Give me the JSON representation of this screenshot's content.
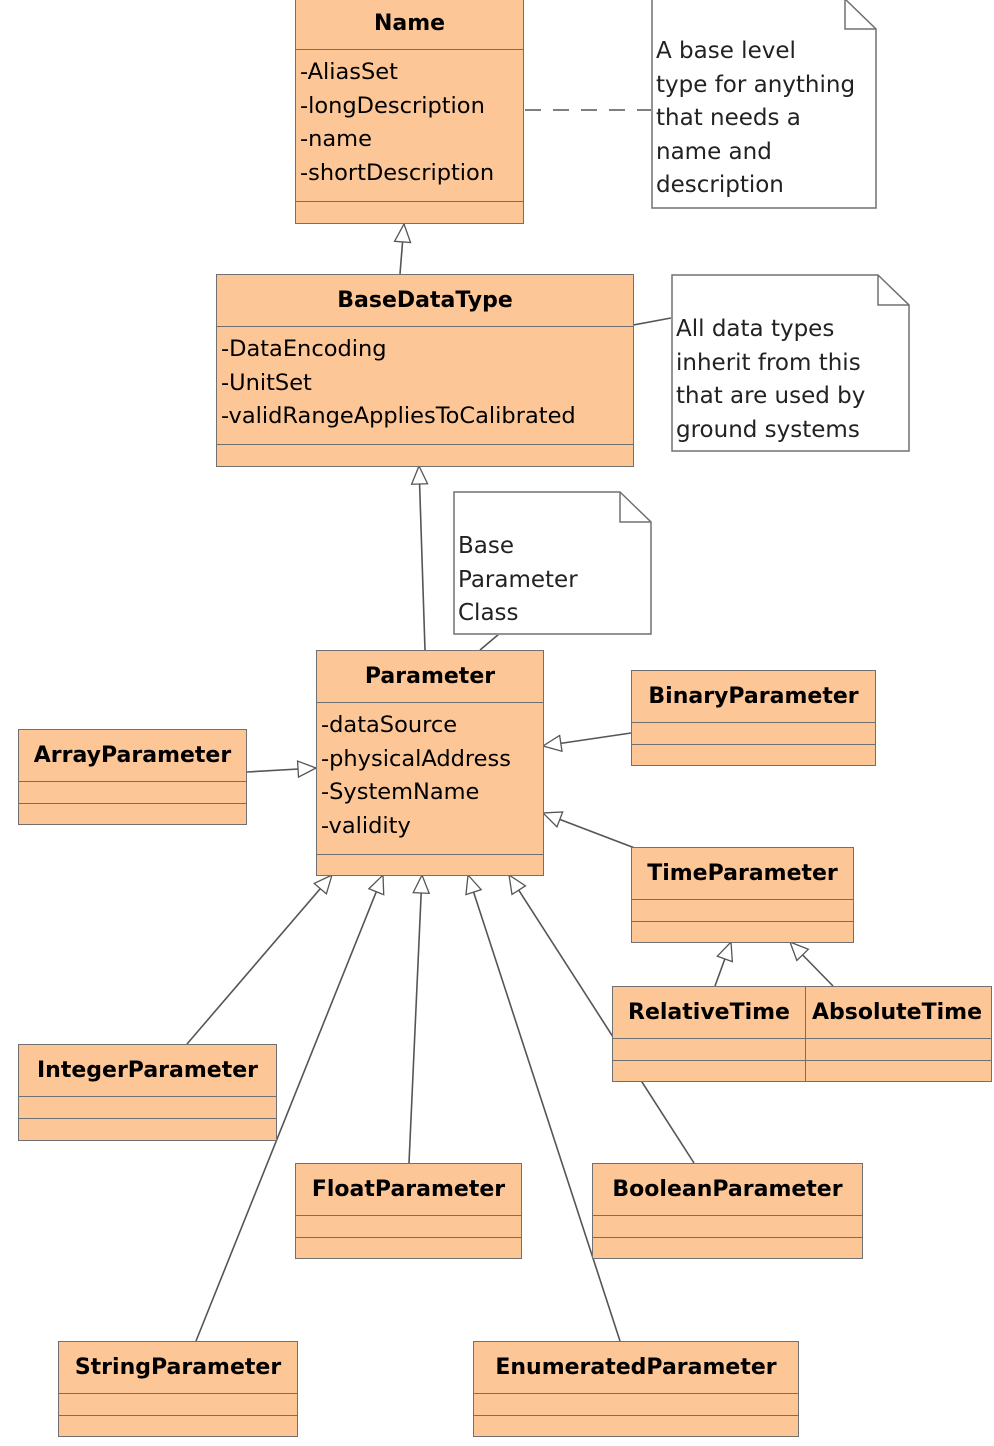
{
  "classes": {
    "name": {
      "title": "Name",
      "attributes": [
        "-AliasSet",
        "-longDescription",
        "-name",
        "-shortDescription"
      ]
    },
    "base_data_type": {
      "title": "BaseDataType",
      "attributes": [
        "-DataEncoding",
        "-UnitSet",
        "-validRangeAppliesToCalibrated"
      ]
    },
    "parameter": {
      "title": "Parameter",
      "attributes": [
        "-dataSource",
        "-physicalAddress",
        "-SystemName",
        "-validity"
      ]
    },
    "binary_parameter": {
      "title": "BinaryParameter"
    },
    "array_parameter": {
      "title": "ArrayParameter"
    },
    "time_parameter": {
      "title": "TimeParameter"
    },
    "relative_time": {
      "title": "RelativeTime"
    },
    "absolute_time": {
      "title": "AbsoluteTime"
    },
    "integer_parameter": {
      "title": "IntegerParameter"
    },
    "float_parameter": {
      "title": "FloatParameter"
    },
    "boolean_parameter": {
      "title": "BooleanParameter"
    },
    "string_parameter": {
      "title": "StringParameter"
    },
    "enumerated_parameter": {
      "title": "EnumeratedParameter"
    }
  },
  "notes": {
    "name_note": [
      "A base level",
      "type for anything",
      "that needs a",
      "name and",
      "description"
    ],
    "base_data_type_note": [
      "All data types",
      "inherit from this",
      "that are used by",
      "ground systems"
    ],
    "parameter_note": [
      "Base",
      "Parameter",
      "Class"
    ]
  },
  "colors": {
    "class_fill": "#fdc697",
    "border": "#707070",
    "note_fill": "#ffffff"
  }
}
